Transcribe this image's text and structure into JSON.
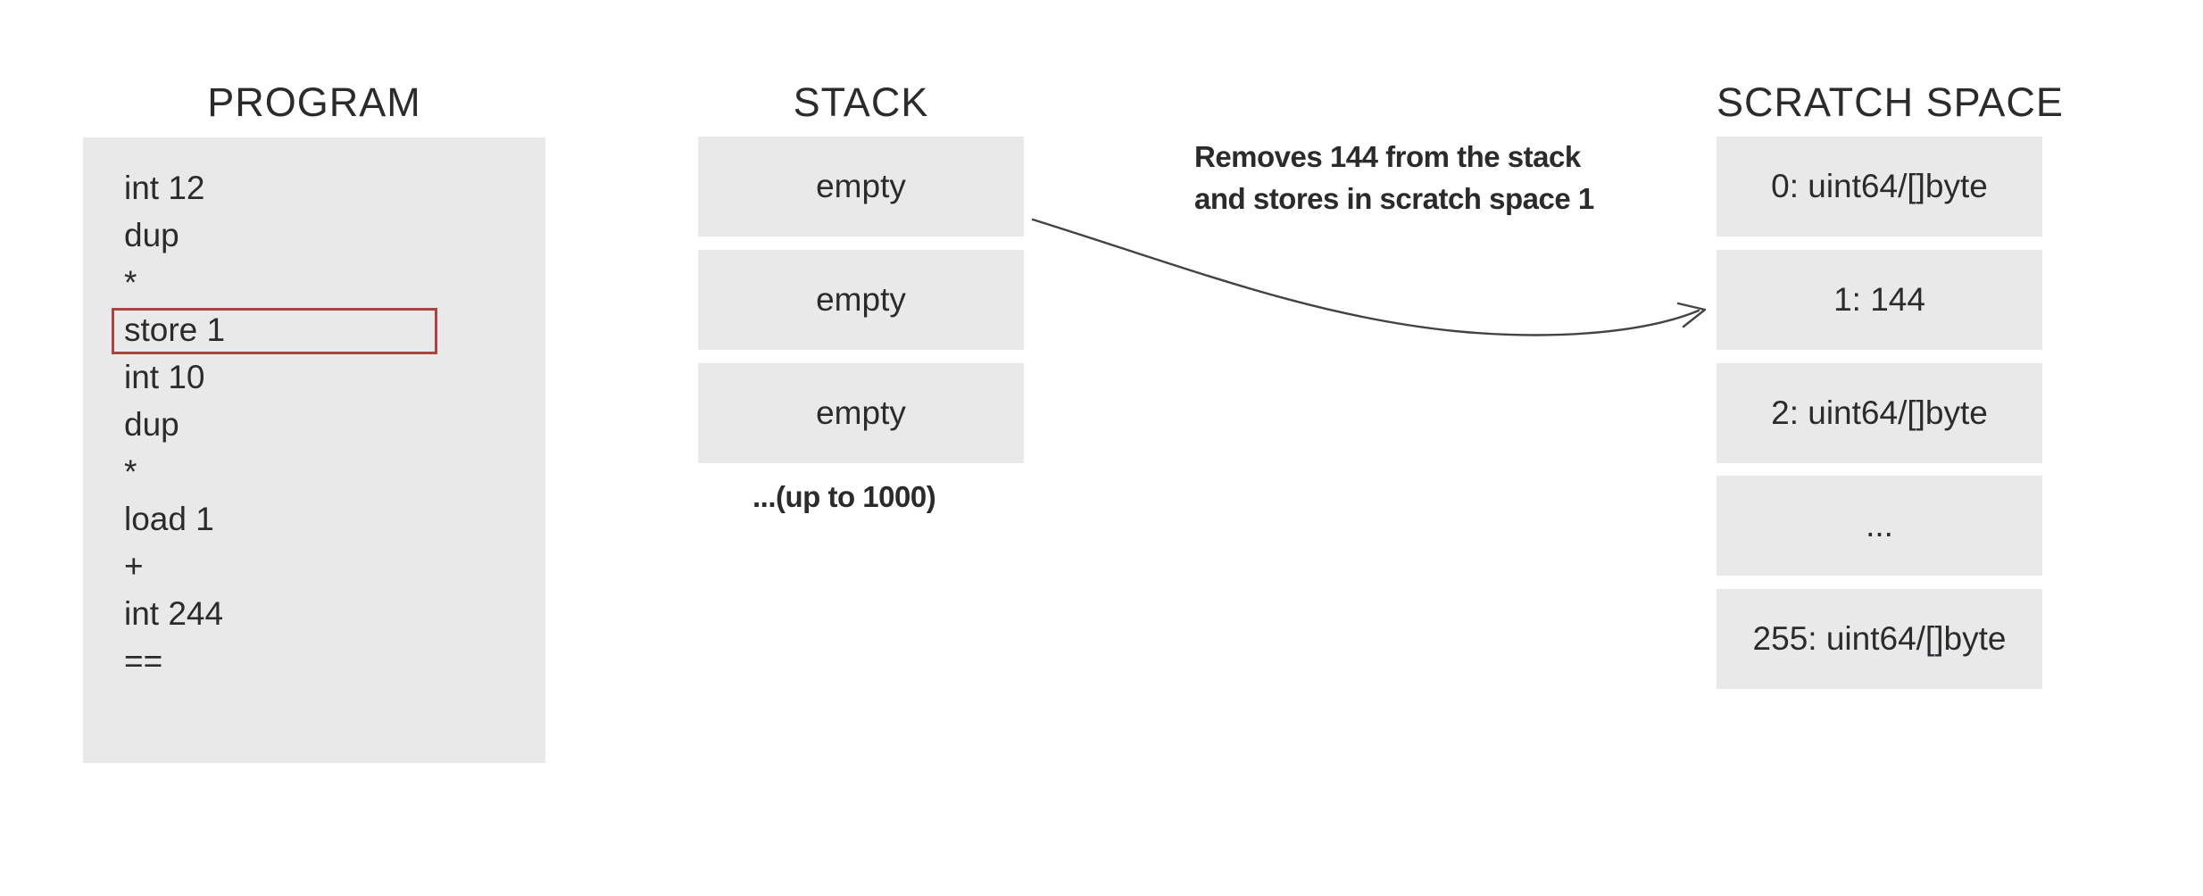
{
  "program": {
    "title": "PROGRAM",
    "lines": [
      "int 12",
      "dup",
      "*",
      "store 1",
      "int 10",
      "dup",
      "*",
      "load 1",
      "+",
      "int 244",
      "=="
    ],
    "highlighted_line": "store 1"
  },
  "stack": {
    "title": "STACK",
    "slots": [
      "empty",
      "empty",
      "empty"
    ],
    "caption": "...(up to 1000)"
  },
  "scratch": {
    "title": "SCRATCH SPACE",
    "slots": [
      "0: uint64/[]byte",
      "1: 144",
      "2: uint64/[]byte",
      "...",
      "255: uint64/[]byte"
    ]
  },
  "annotation": {
    "line1": "Removes 144 from the stack",
    "line2": "and stores in scratch space 1"
  },
  "colors": {
    "background": "#ffffff",
    "box_bg": "#e9e9ea",
    "text": "#2b2b2d",
    "highlight_border": "#ab4340",
    "arrow": "#434345"
  }
}
